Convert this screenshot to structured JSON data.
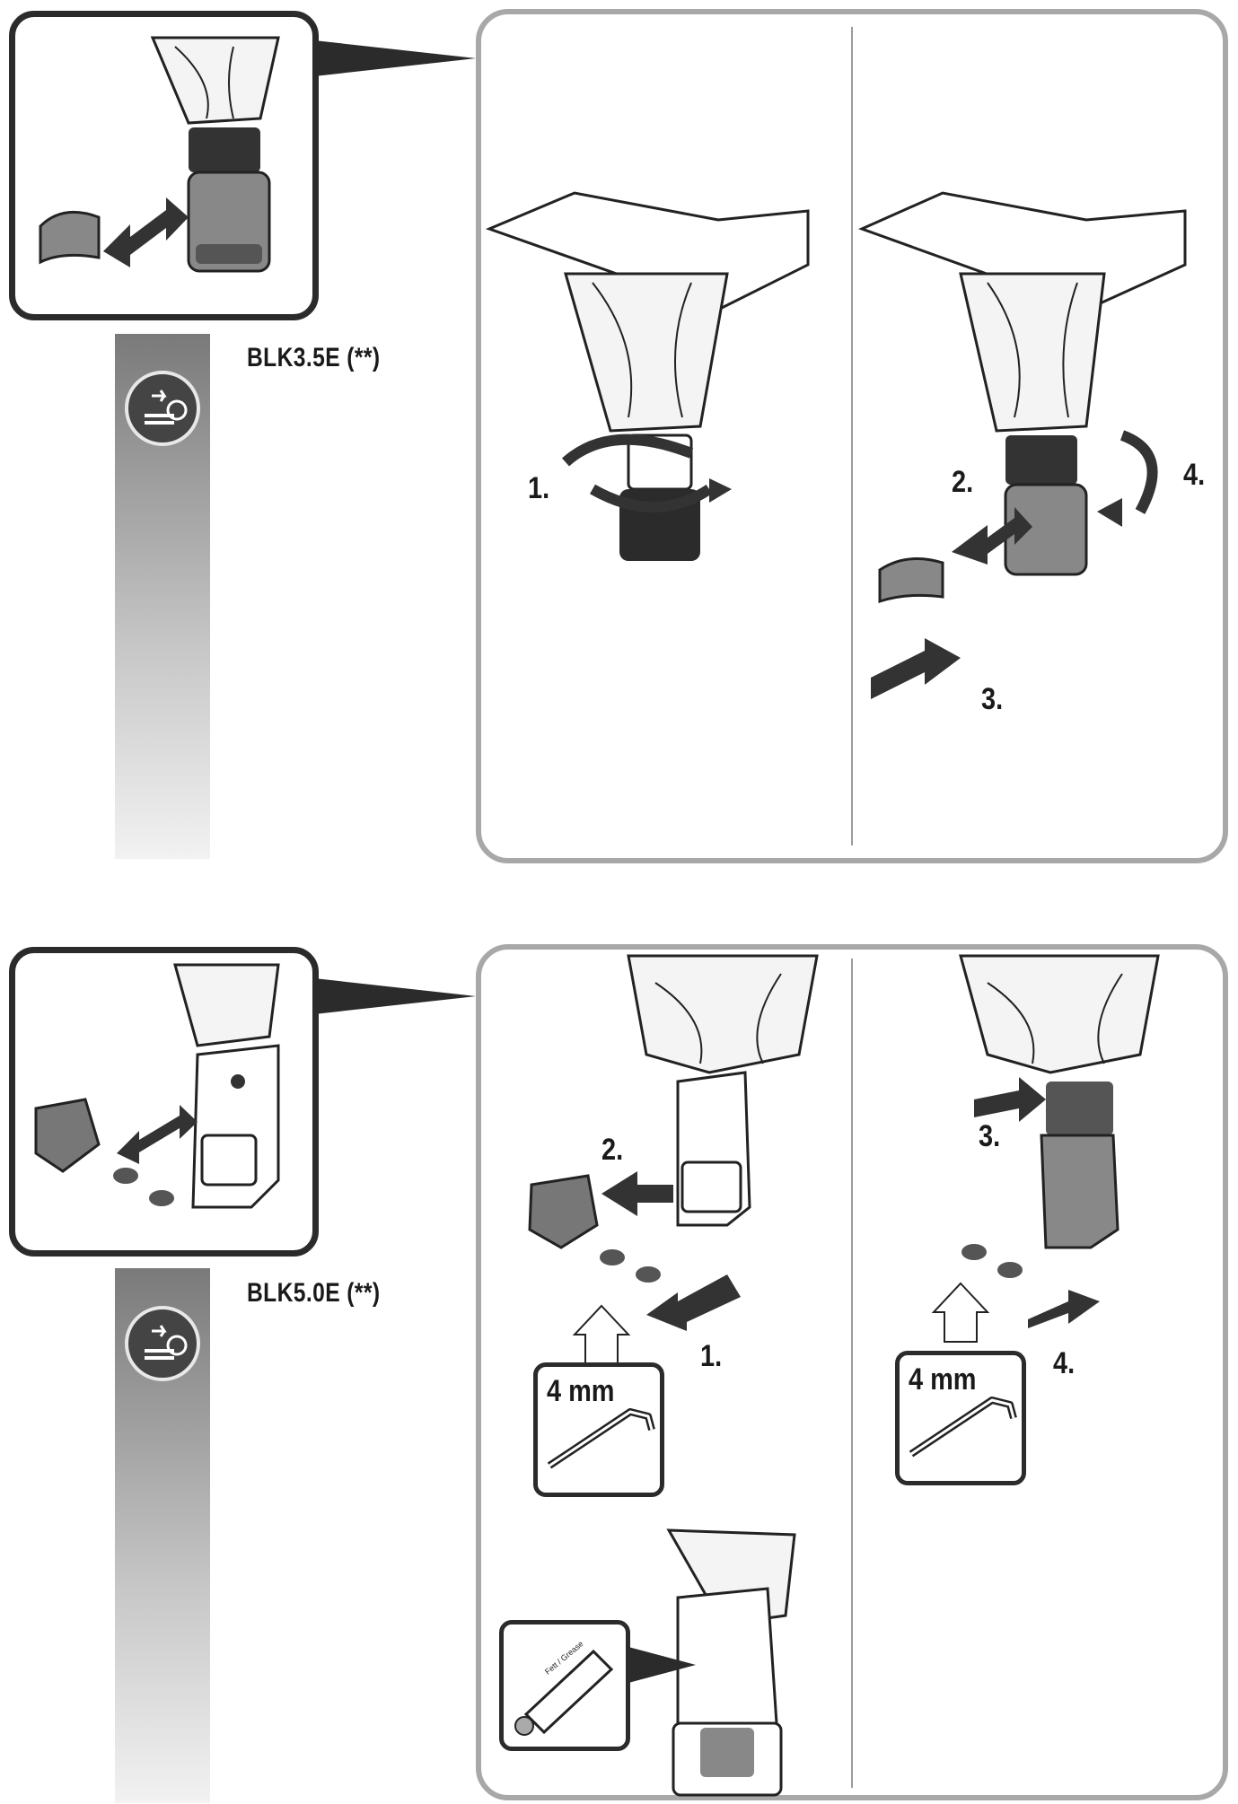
{
  "sections": [
    {
      "model_label": "BLK3.5E (**)",
      "steps": [
        "1.",
        "2.",
        "3.",
        "4."
      ]
    },
    {
      "model_label": "BLK5.0E (**)",
      "steps": [
        "2.",
        "1.",
        "3.",
        "4."
      ],
      "wrench_sizes": [
        "4 mm",
        "4 mm"
      ],
      "grease_label": "Fett / Grease"
    }
  ]
}
